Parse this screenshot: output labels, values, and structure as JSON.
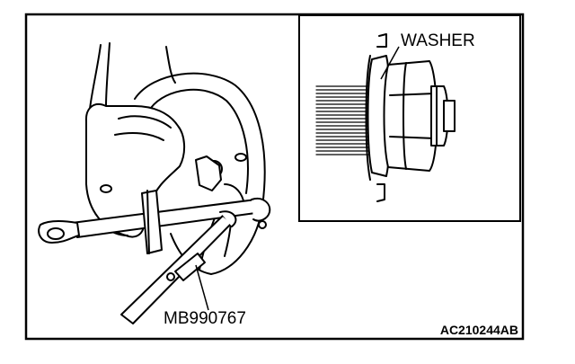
{
  "labels": {
    "washer": "WASHER",
    "tool": "MB990767",
    "figure_code": "AC210244AB"
  }
}
